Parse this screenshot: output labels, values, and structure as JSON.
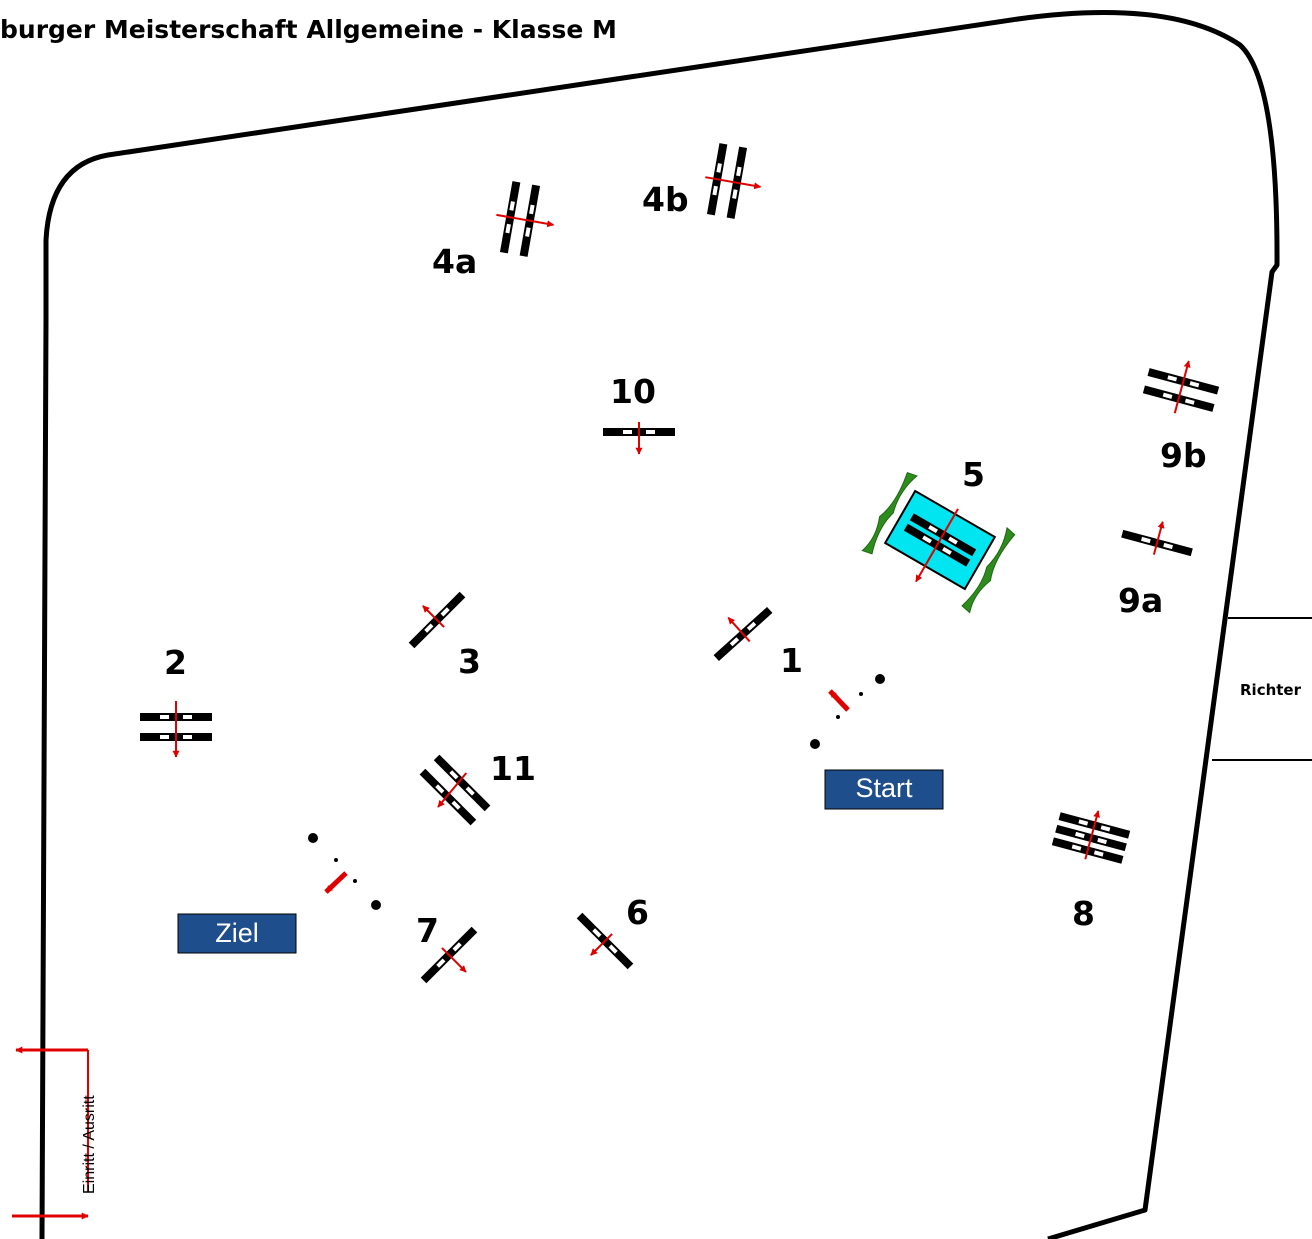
{
  "title": "burger Meisterschaft Allgemeine -  Klasse M",
  "labels": {
    "l1": "1",
    "l2": "2",
    "l3": "3",
    "l4a": "4a",
    "l4b": "4b",
    "l5": "5",
    "l6": "6",
    "l7": "7",
    "l8": "8",
    "l9a": "9a",
    "l9b": "9b",
    "l10": "10",
    "l11": "11"
  },
  "start_label": "Start",
  "finish_label": "Ziel",
  "entrance_label": "Einritt / Ausritt",
  "judge_label": "Richter",
  "colors": {
    "arrow": "#e00000",
    "box_fill": "#1f4e8c",
    "water": "#00e5f0",
    "hedge": "#2e8b1e"
  }
}
